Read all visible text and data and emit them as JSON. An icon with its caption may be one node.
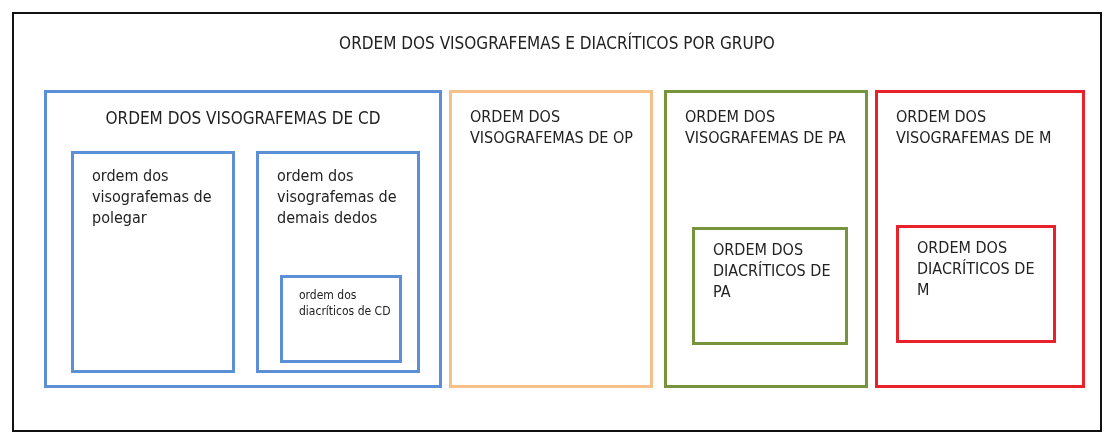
{
  "diagram": {
    "nodes": [
      {
        "text": [
          "ORDEM DOS VISOGRAFEMAS E DIACRÍTICOS POR GRUPO"
        ]
      },
      {
        "text": [
          "ORDEM DOS VISOGRAFEMAS DE CD"
        ],
        "in": 0
      },
      {
        "text": [
          "ordem dos visografemas de polegar"
        ],
        "in": 1
      },
      {
        "text": [
          "ordem dos visografemas de demais dedos"
        ],
        "in": 1
      },
      {
        "text": [
          "ordem dos diacríticos de CD"
        ],
        "in": 3
      },
      {
        "text": [
          "ORDEM DOS VISOGRAFEMAS DE OP"
        ],
        "in": 0
      },
      {
        "text": [
          "ORDEM DOS VISOGRAFEMAS DE PA"
        ],
        "in": 0
      },
      {
        "text": [
          "ORDEM DOS DIACRÍTICOS DE PA"
        ],
        "in": 6
      },
      {
        "text": [
          "ORDEM DOS VISOGRAFEMAS DE M"
        ],
        "in": 0
      },
      {
        "text": [
          "ORDEM DOS DIACRÍTICOS DE M"
        ],
        "in": 8
      }
    ]
  }
}
